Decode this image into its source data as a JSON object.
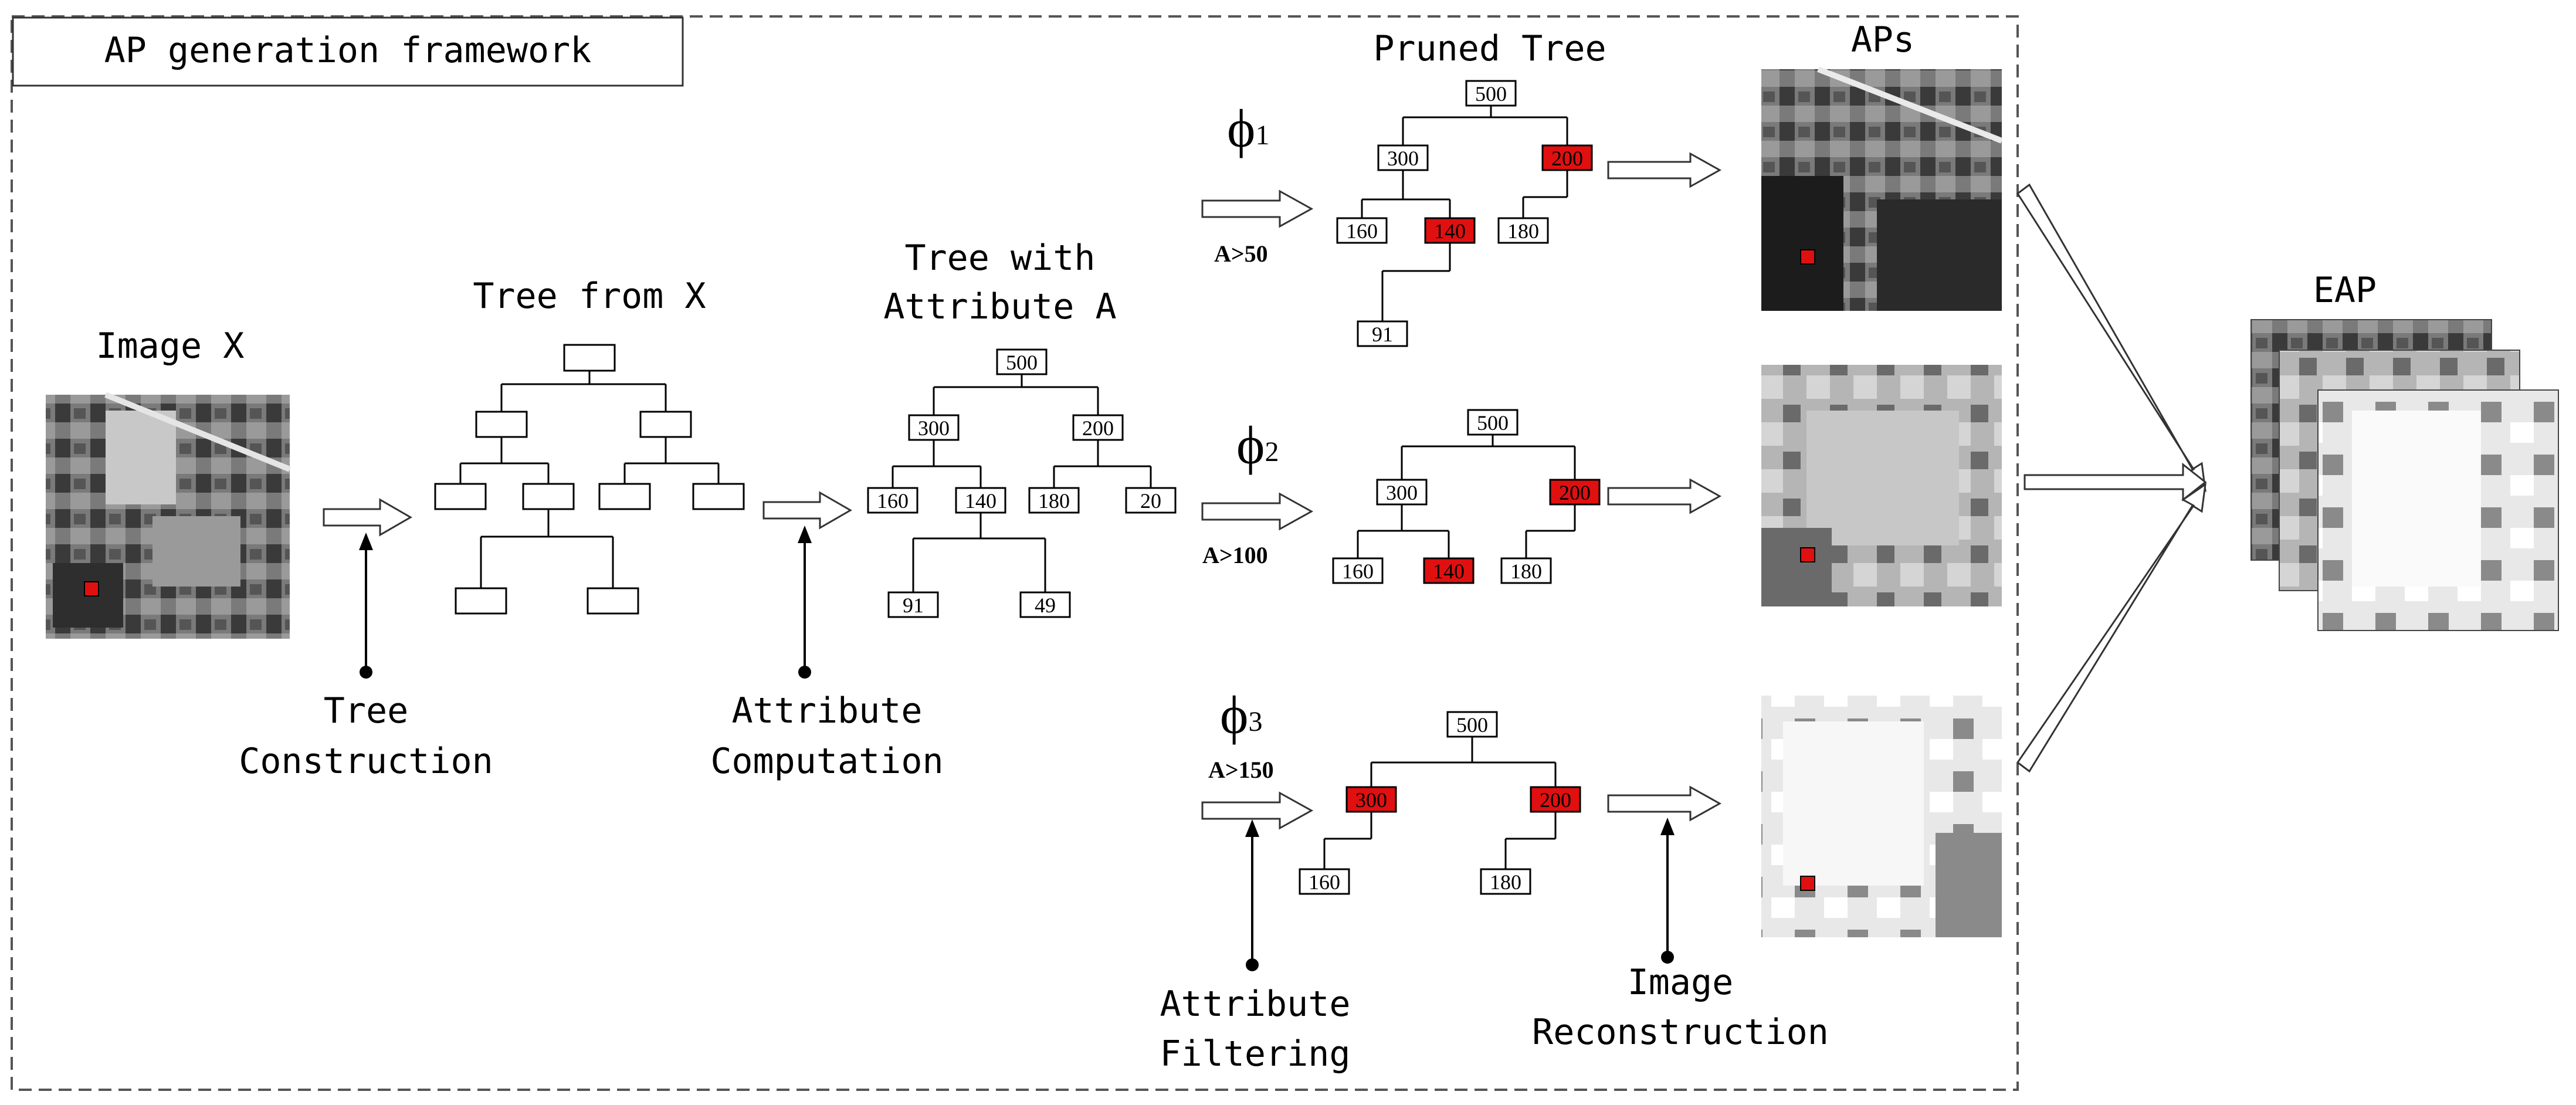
{
  "framework_title": "AP generation framework",
  "labels": {
    "image_x": "Image X",
    "tree_from_x": "Tree from X",
    "tree_with_attr_line1": "Tree with",
    "tree_with_attr_line2": "Attribute A",
    "pruned_tree": "Pruned Tree",
    "aps": "APs",
    "eap": "EAP"
  },
  "steps": {
    "tree_construction": [
      "Tree",
      "Construction"
    ],
    "attribute_computation": [
      "Attribute",
      "Computation"
    ],
    "attribute_filtering": [
      "Attribute",
      "Filtering"
    ],
    "image_reconstruction": [
      "Image",
      "Reconstruction"
    ]
  },
  "filters": [
    {
      "symbol": "ϕ",
      "index": "1",
      "condition": "A>50"
    },
    {
      "symbol": "ϕ",
      "index": "2",
      "condition": "A>100"
    },
    {
      "symbol": "ϕ",
      "index": "3",
      "condition": "A>150"
    }
  ],
  "attribute_tree": [
    "500",
    "300",
    "200",
    "160",
    "140",
    "180",
    "20",
    "91",
    "49"
  ],
  "pruned_trees": [
    {
      "root": "500",
      "n300": "300",
      "n200": "200",
      "n160": "160",
      "n140": "140",
      "n180": "180",
      "n91": "91"
    },
    {
      "root": "500",
      "n300": "300",
      "n200": "200",
      "n160": "160",
      "n140": "140",
      "n180": "180"
    },
    {
      "root": "500",
      "n300": "300",
      "n200": "200",
      "n160": "160",
      "n180": "180"
    }
  ],
  "colors": {
    "highlight": "#e01010",
    "line": "#000000",
    "border_dash": "#555555"
  }
}
